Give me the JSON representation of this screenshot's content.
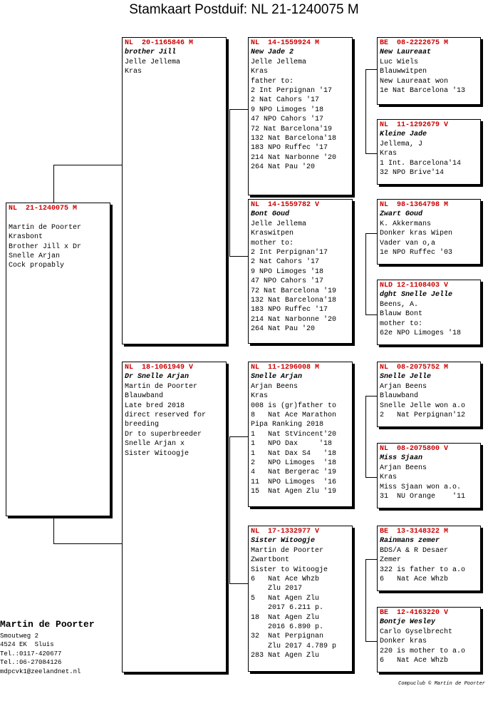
{
  "title": "Stamkaart Postduif: NL  21-1240075 M",
  "subject": {
    "ring": "NL  21-1240075 M",
    "lines": [
      "",
      "Martin de Poorter",
      "Krasbont",
      "Brother Jill x Dr",
      "Snelle Arjan",
      "Cock propably"
    ]
  },
  "father": {
    "ring": "NL  20-1165846 M",
    "name": "brother Jill",
    "lines": [
      "Jelle Jellema",
      "Kras"
    ]
  },
  "mother": {
    "ring": "NL  18-1061949 V",
    "name": "Dr Snelle Arjan",
    "lines": [
      "Martin de Poorter",
      "Blauwband",
      "Late bred 2018",
      "direct reserved for",
      "breeding",
      "Dr to superbreeder",
      "Snelle Arjan x",
      "Sister Witoogje"
    ]
  },
  "ff": {
    "ring": "NL  14-1559924 M",
    "name": "New Jade 2",
    "lines": [
      "Jelle Jellema",
      "Kras",
      "father to:",
      "2 Int Perpignan '17",
      "2 Nat Cahors '17",
      "9 NPO Limoges '18",
      "47 NPO Cahors '17",
      "72 Nat Barcelona'19",
      "132 Nat Barcelona'18",
      "183 NPO Ruffec '17",
      "214 Nat Narbonne '20",
      "264 Nat Pau '20"
    ]
  },
  "fm": {
    "ring": "NL  14-1559782 V",
    "name": "Bont Goud",
    "lines": [
      "Jelle Jellema",
      "Kraswitpen",
      "mother to:",
      "2 Int Perpignan'17",
      "2 Nat Cahors '17",
      "9 NPO Limoges '18",
      "47 NPO Cahors '17",
      "72 Nat Barcelona '19",
      "132 Nat Barcelona'18",
      "183 NPO Ruffec '17",
      "214 Nat Narbonne '20",
      "264 Nat Pau '20"
    ]
  },
  "mf": {
    "ring": "NL  11-1296008 M",
    "name": "Snelle Arjan",
    "lines": [
      "Arjan Beens",
      "Kras",
      "008 is (gr)father to",
      "8   Nat Ace Marathon",
      "Pipa Ranking 2018",
      "1   Nat StVincent'20",
      "1   NPO Dax     '18",
      "1   Nat Dax S4   '18",
      "2   NPO Limoges  '18",
      "4   Nat Bergerac '19",
      "11  NPO Limoges  '16",
      "15  Nat Agen Zlu '19"
    ]
  },
  "mm": {
    "ring": "NL  17-1332977 V",
    "name": "Sister Witoogje",
    "lines": [
      "Martin de Poorter",
      "Zwartbont",
      "Sister to Witoogje",
      "6   Nat Ace Whzb",
      "    Zlu 2017",
      "5   Nat Agen Zlu",
      "    2017 6.211 p.",
      "18  Nat Agen Zlu",
      "    2016 6.890 p.",
      "32  Nat Perpignan",
      "    Zlu 2017 4.789 p",
      "283 Nat Agen Zlu"
    ]
  },
  "fff": {
    "ring": "BE  08-2222675 M",
    "name": "New Laureaat",
    "lines": [
      "Luc Wiels",
      "Blauwwitpen",
      "New Laureaat won",
      "1e Nat Barcelona '13"
    ]
  },
  "ffm": {
    "ring": "NL  11-1292679 V",
    "name": "Kleine Jade",
    "lines": [
      "Jellema, J",
      "Kras",
      "1 Int. Barcelona'14",
      "32 NPO Brive'14"
    ]
  },
  "fmf": {
    "ring": "NL  98-1364798 M",
    "name": "Zwart Goud",
    "lines": [
      "K. Akkermans",
      "Donker kras Wipen",
      "Vader van o,a",
      "1e NPO Ruffec '03"
    ]
  },
  "fmm": {
    "ring": "NLD 12-1108403 V",
    "name": "dght Snelle Jelle",
    "lines": [
      "Beens, A.",
      "Blauw Bont",
      "mother to:",
      "62e NPO Limoges '18"
    ]
  },
  "mff": {
    "ring": "NL  08-2075752 M",
    "name": "Snelle Jelle",
    "lines": [
      "Arjan Beens",
      "Blauwband",
      "Snelle Jelle won a.o",
      "2   Nat Perpignan'12"
    ]
  },
  "mfm": {
    "ring": "NL  08-2075800 V",
    "name": "Miss Sjaan",
    "lines": [
      "Arjan Beens",
      "Kras",
      "Miss Sjaan won a.o.",
      "31  NU Orange    '11"
    ]
  },
  "mmf": {
    "ring": "BE  13-3148322 M",
    "name": "Rainmans zemer",
    "lines": [
      "BDS/A & R Desaer",
      "Zemer",
      "322 is father to a.o",
      "6   Nat Ace Whzb"
    ]
  },
  "mmm": {
    "ring": "BE  12-4163220 V",
    "name": "Bontje Wesley",
    "lines": [
      "Carlo Gyselbrecht",
      "Donker kras",
      "220 is mother to a.o",
      "6   Nat Ace Whzb"
    ]
  },
  "owner": {
    "name": "Martin de Poorter",
    "lines": [
      "Smoutweg 2",
      "4524 EK  Sluis",
      "Tel.:0117-420677",
      "Tel.:06-27084126",
      "mdpcvk1@zeelandnet.nl"
    ]
  },
  "credit": "Compuclub © Martin de Poorter"
}
